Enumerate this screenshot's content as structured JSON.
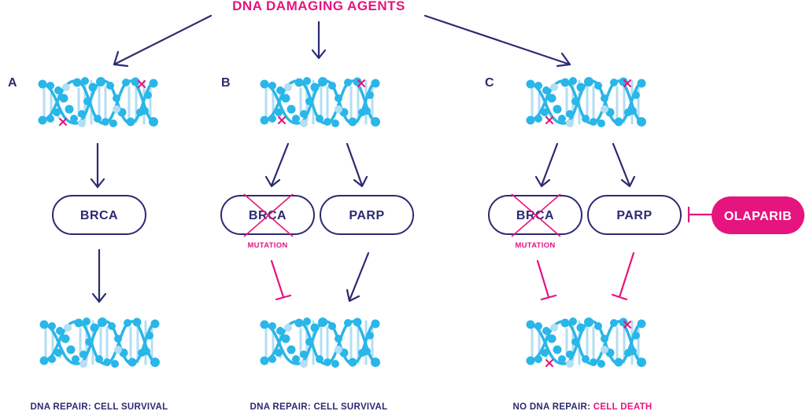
{
  "title": "DNA DAMAGING AGENTS",
  "colors": {
    "navy": "#2b2a72",
    "magenta": "#e6147f",
    "dna_blue": "#29b6e8",
    "dna_light": "#b3def4"
  },
  "panels": [
    {
      "letter": "A",
      "enzymes": [
        {
          "label": "BRCA",
          "crossed": false,
          "note": ""
        }
      ],
      "outcome": {
        "prefix": "DNA REPAIR: ",
        "result": "CELL SURVIVAL",
        "result_highlight": false
      }
    },
    {
      "letter": "B",
      "enzymes": [
        {
          "label": "BRCA",
          "crossed": true,
          "note": "MUTATION"
        },
        {
          "label": "PARP",
          "crossed": false,
          "note": ""
        }
      ],
      "outcome": {
        "prefix": "DNA REPAIR: ",
        "result": "CELL SURVIVAL",
        "result_highlight": false
      }
    },
    {
      "letter": "C",
      "enzymes": [
        {
          "label": "BRCA",
          "crossed": true,
          "note": "MUTATION"
        },
        {
          "label": "PARP",
          "crossed": false,
          "note": ""
        }
      ],
      "inhibitor": "OLAPARIB",
      "outcome": {
        "prefix": "NO DNA REPAIR: ",
        "result": "CELL DEATH",
        "result_highlight": true
      }
    }
  ]
}
